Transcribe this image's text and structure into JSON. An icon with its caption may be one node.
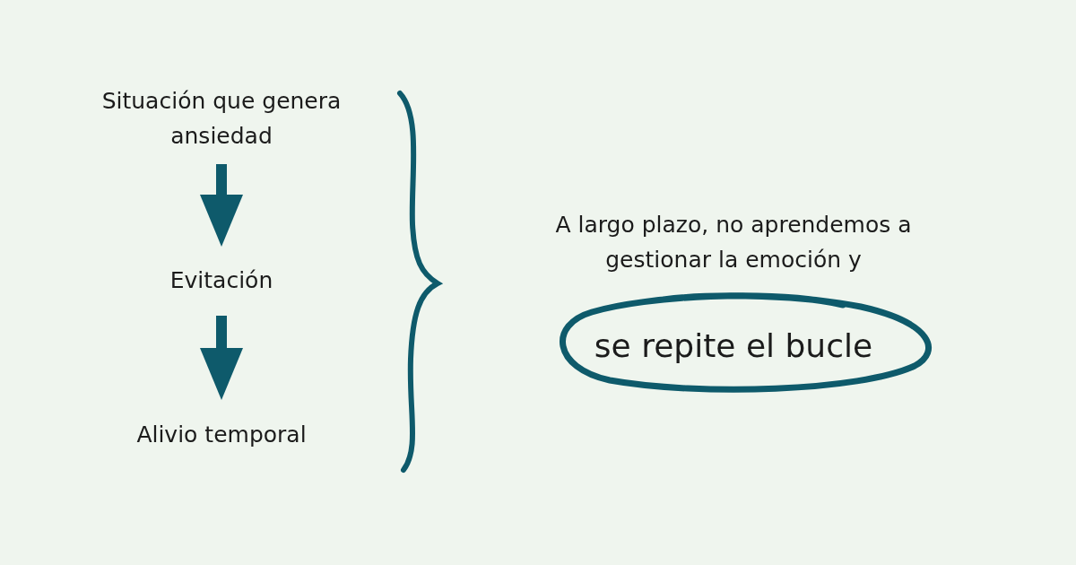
{
  "diagram": {
    "nodes": [
      {
        "text": [
          "Situación que genera ansiedad"
        ]
      },
      {
        "text": [
          "Evitación"
        ]
      },
      {
        "text": [
          "Alivio temporal"
        ]
      },
      {
        "text": [
          "A largo plazo, no aprendemos a gestionar la emoción y"
        ]
      },
      {
        "text": [
          "se repite el bucle"
        ]
      }
    ],
    "edges": [
      {
        "from": 0,
        "to": 1,
        "arrow": "to"
      },
      {
        "from": 1,
        "to": 2,
        "arrow": "to"
      }
    ]
  }
}
